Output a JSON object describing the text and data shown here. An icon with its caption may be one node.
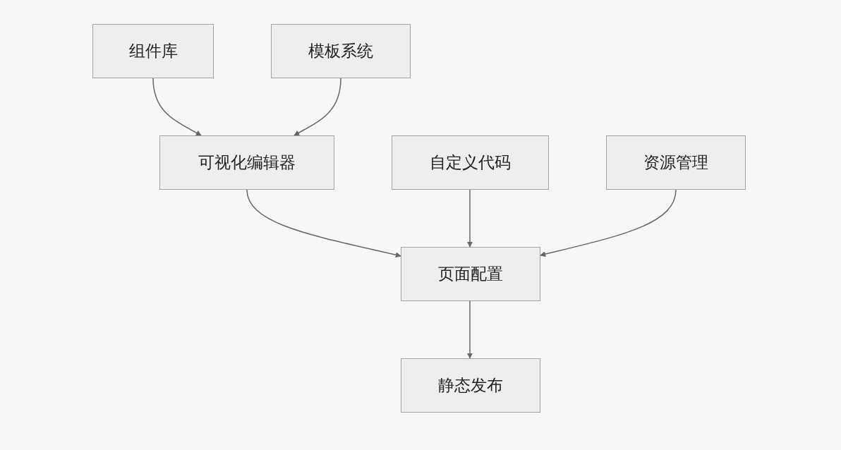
{
  "diagram": {
    "nodes": [
      {
        "text": [
          "组件库"
        ]
      },
      {
        "text": [
          "模板系统"
        ]
      },
      {
        "text": [
          "可视化编辑器"
        ]
      },
      {
        "text": [
          "自定义代码"
        ]
      },
      {
        "text": [
          "资源管理"
        ]
      },
      {
        "text": [
          "页面配置"
        ]
      },
      {
        "text": [
          "静态发布"
        ]
      }
    ],
    "edges": [
      {
        "from": 0,
        "to": 2,
        "arrow": "to"
      },
      {
        "from": 1,
        "to": 2,
        "arrow": "to"
      },
      {
        "from": 2,
        "to": 5,
        "arrow": "to"
      },
      {
        "from": 3,
        "to": 5,
        "arrow": "to"
      },
      {
        "from": 4,
        "to": 5,
        "arrow": "to"
      },
      {
        "from": 5,
        "to": 6,
        "arrow": "to"
      }
    ]
  }
}
